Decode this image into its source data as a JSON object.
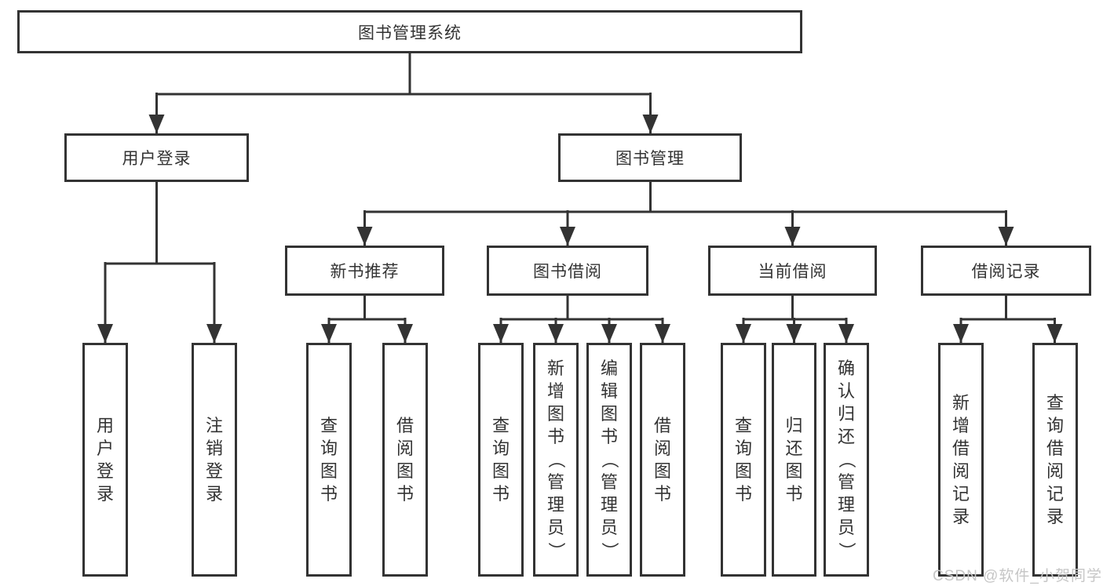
{
  "diagram": {
    "title_node": {
      "label": "图书管理系统"
    },
    "level2": [
      {
        "label": "用户登录"
      },
      {
        "label": "图书管理"
      }
    ],
    "level3": [
      {
        "label": "新书推荐"
      },
      {
        "label": "图书借阅"
      },
      {
        "label": "当前借阅"
      },
      {
        "label": "借阅记录"
      }
    ],
    "leaves": [
      {
        "label": "用户登录"
      },
      {
        "label": "注销登录"
      },
      {
        "label": "查询图书"
      },
      {
        "label": "借阅图书"
      },
      {
        "label": "查询图书"
      },
      {
        "label": "新增图书（管理员）"
      },
      {
        "label": "编辑图书（管理员）"
      },
      {
        "label": "借阅图书"
      },
      {
        "label": "查询图书"
      },
      {
        "label": "归还图书"
      },
      {
        "label": "确认归还（管理员）"
      },
      {
        "label": "新增借阅记录"
      },
      {
        "label": "查询借阅记录"
      }
    ],
    "colors": {
      "line": "#333333",
      "border": "#333333",
      "text": "#333333",
      "background": "#ffffff",
      "watermark": "#c6c6c6"
    }
  },
  "watermark": {
    "text": "CSDN @软件_小贺同学"
  }
}
